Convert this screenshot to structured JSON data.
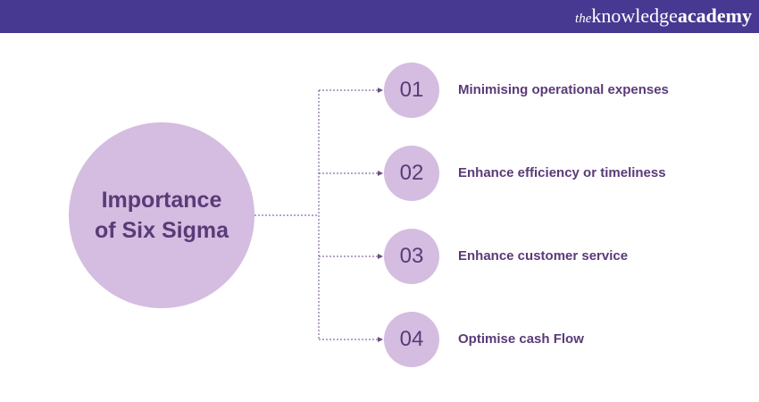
{
  "brand": {
    "the": "the",
    "knowledge": "knowledge",
    "academy": "academy"
  },
  "hub": {
    "line1": "Importance",
    "line2": "of Six Sigma"
  },
  "items": [
    {
      "number": "01",
      "label": "Minimising operational expenses"
    },
    {
      "number": "02",
      "label": "Enhance efficiency or timeliness"
    },
    {
      "number": "03",
      "label": "Enhance customer service"
    },
    {
      "number": "04",
      "label": "Optimise cash Flow"
    }
  ],
  "colors": {
    "header": "#473991",
    "circle": "#d4bde0",
    "text": "#5a3a78",
    "connector": "#6b4b8a"
  }
}
